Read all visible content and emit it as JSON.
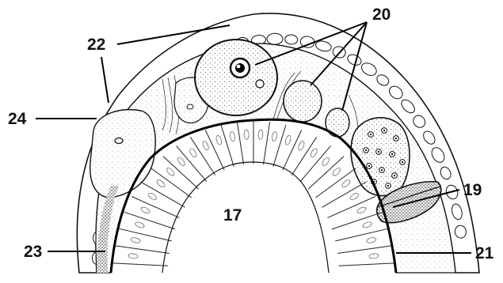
{
  "figure": {
    "labels": {
      "l17": "17",
      "l19": "19",
      "l20": "20",
      "l21": "21",
      "l22": "22",
      "l23": "23",
      "l24": "24"
    }
  }
}
